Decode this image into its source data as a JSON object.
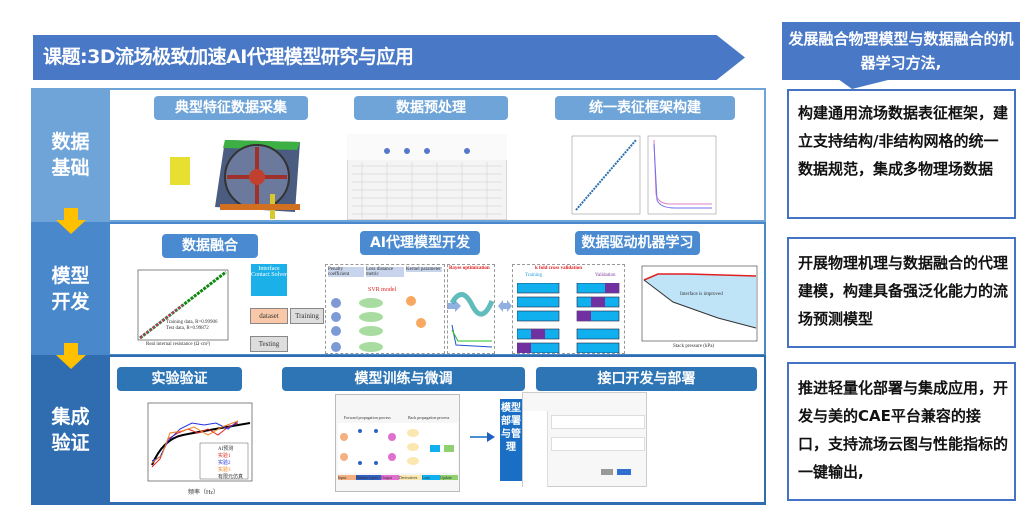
{
  "title": "课题:3D流场极致加速AI代理模型研究与应用",
  "right_header": "发展融合物理模型与数据融合的机器学习方法,",
  "colors": {
    "banner": "#4878c6",
    "stage1": "#6fa4d8",
    "stage2": "#4a88cc",
    "stage3": "#2f6db0",
    "arrow": "#ffc000"
  },
  "stages": [
    {
      "name": "数据基础",
      "labels": [
        "典型特征数据采集",
        "数据预处理",
        "统一表征框架构建"
      ],
      "description": "构建通用流场数据表征框架，建立支持结构/非结构网格的统一数据规范，集成多物理场数据"
    },
    {
      "name": "模型开发",
      "labels": [
        "数据融合",
        "AI代理模型开发",
        "数据驱动机器学习"
      ],
      "description": "开展物理机理与数据融合的代理建模，构建具备强泛化能力的流场预测模型"
    },
    {
      "name": "集成验证",
      "labels": [
        "实验验证",
        "模型训练与微调",
        "接口开发与部署"
      ],
      "description": "推进轻量化部署与集成应用，开发与美的CAE平台兼容的接口，支持流场云图与性能指标的一键输出,"
    }
  ],
  "figs": {
    "fusion": {
      "solver": "Interface Contact Solver",
      "dataset": "dataset",
      "training": "Training",
      "testing": "Testing",
      "legend_train": "Training data, R=0.99906",
      "legend_test": "Test data, R=0.99872",
      "xlabel": "Real internal resistance (Ω·cm²)"
    },
    "svr": {
      "headers": [
        "Penalty coefficient",
        "Loss distance metric",
        "Kernel parameter"
      ],
      "title": "SVR model",
      "bayes": "Bayes optimization",
      "kfold": "k fold cross validation",
      "training": "Training",
      "validation": "Validation"
    },
    "ml": {
      "annotation": "Interface is improved",
      "xlabel": "Stack pressure (kPa)"
    },
    "exp": {
      "legend": [
        "AI预测",
        "实验1",
        "实验2",
        "实验3",
        "有限元仿真"
      ],
      "xlabel": "频率（Hz）"
    },
    "train": {
      "forward": "Forward propagation process",
      "back": "Back propagation process",
      "steps": [
        "Input",
        "Hidden Layer",
        "Output",
        "Derivatives",
        "Loss",
        "Update"
      ]
    },
    "deploy_tag": "模型部署与管理"
  }
}
